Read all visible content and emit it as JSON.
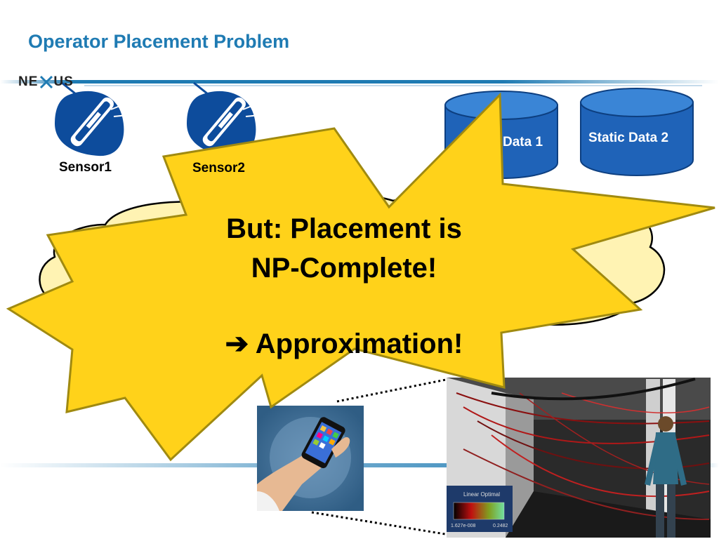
{
  "slide": {
    "title": "Operator Placement Problem",
    "logo": {
      "text_left": "NE",
      "text_right": "US"
    }
  },
  "sensors": [
    {
      "label": "Sensor1"
    },
    {
      "label": "Sensor2"
    }
  ],
  "databases": [
    {
      "label": "Data 1"
    },
    {
      "label": "Static Data 2"
    }
  ],
  "burst": {
    "line1": "But: Placement is",
    "line2": "NP-Complete!",
    "line3": "➔ Approximation!"
  },
  "visualization": {
    "colorbar_title": "Linear Optimal",
    "colorbar_min": "1.627e-008",
    "colorbar_max": "0.2482"
  },
  "colors": {
    "title_blue": "#1f7bb3",
    "db_blue": "#1f63b8",
    "sensor_blue": "#0d4c9c",
    "cloud_fill": "#fff3b3",
    "burst_fill": "#ffd21a",
    "burst_stroke": "#a08a10"
  }
}
